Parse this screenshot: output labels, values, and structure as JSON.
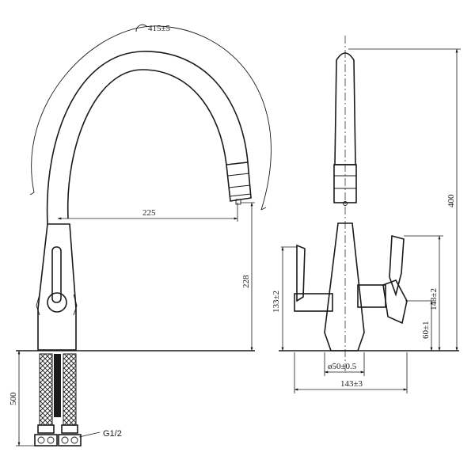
{
  "drawing": {
    "front_view": {
      "arc_reach_label": "415±5",
      "spout_reach_label": "225",
      "outlet_height_label": "228"
    },
    "hoses": {
      "length_label": "500",
      "thread_label": "G1/2"
    },
    "side_view": {
      "total_height_label": "400",
      "handle_height_left_label": "133±2",
      "handle_height_right_label": "143±2",
      "base_height_label": "60±1",
      "base_diameter_label": "ø50±0.5",
      "base_width_label": "143±3"
    }
  }
}
